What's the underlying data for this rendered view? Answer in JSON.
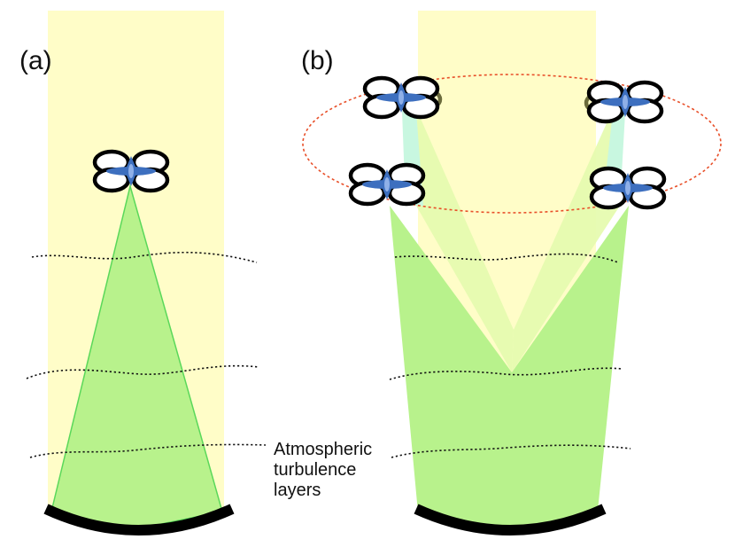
{
  "panel_a": {
    "label": "(a)"
  },
  "panel_b": {
    "label": "(b)"
  },
  "annotation": {
    "lines": [
      "Atmospheric",
      "turbulence",
      "layers"
    ]
  },
  "colors": {
    "column": "#fffdc8",
    "beam": "#b8f28c",
    "beam_edge": "#5ad85a",
    "beam_light": "#e6fbb0",
    "beam_cyan": "#c8f7e0",
    "mirror": "#000000",
    "orbit": "#e8502a",
    "drone_blue": "#3d6fbf"
  },
  "icons": [
    "drone-icon",
    "telescope-mirror-icon"
  ]
}
